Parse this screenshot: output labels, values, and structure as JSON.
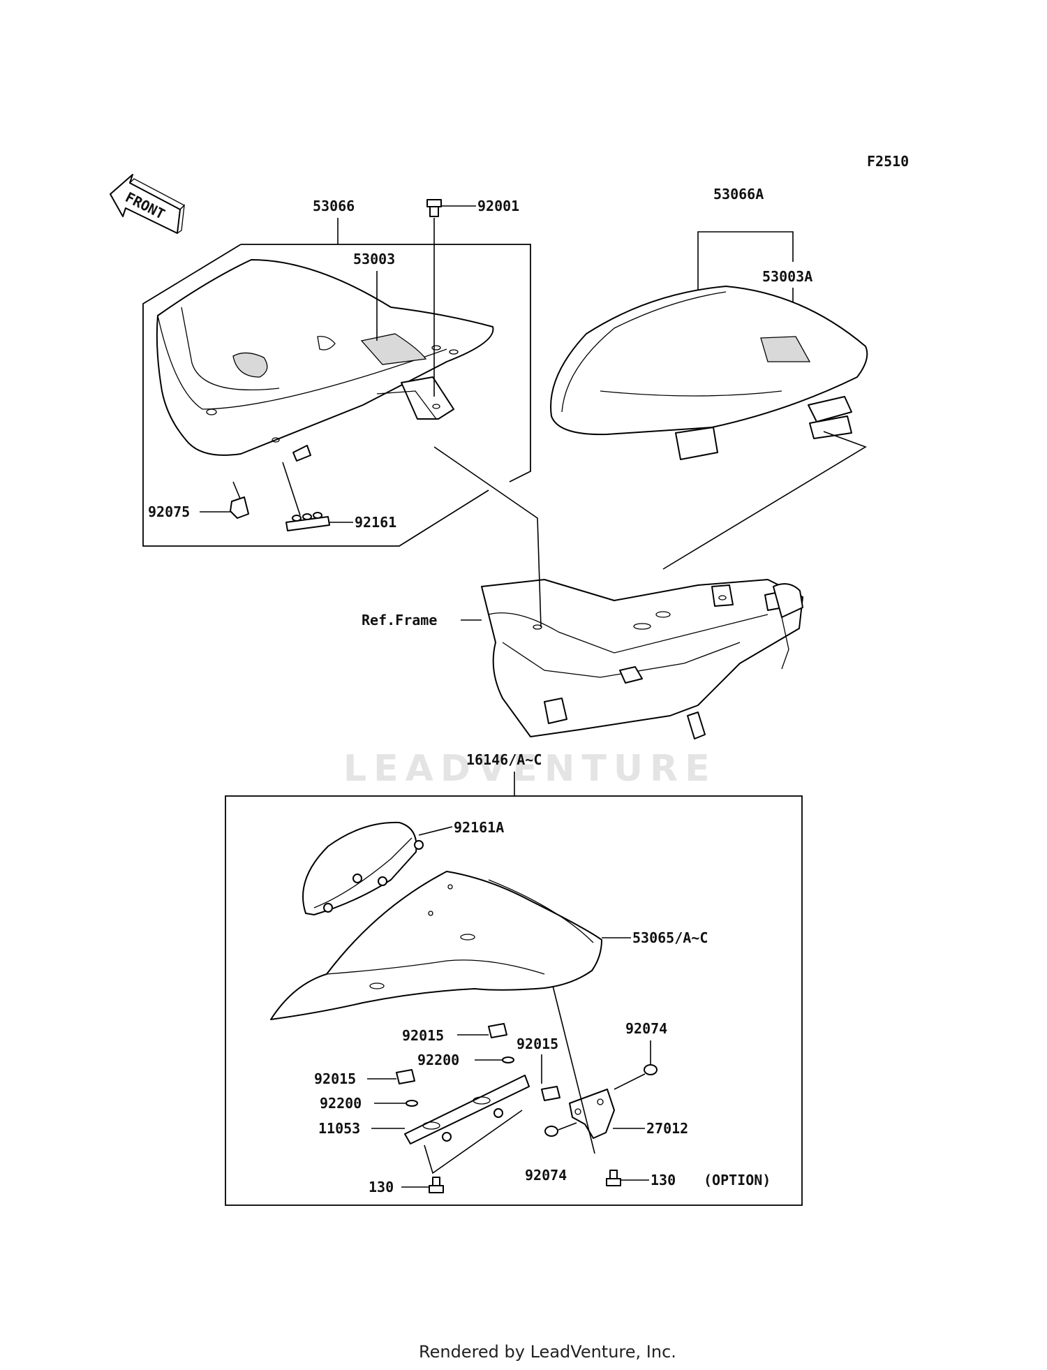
{
  "figure_code": "F2510",
  "front_arrow_label": "FRONT",
  "watermark": "LEADVENTURE",
  "option_note": "(OPTION)",
  "footer": "Rendered by LeadVenture, Inc.",
  "callouts": {
    "c53066": "53066",
    "c92001": "92001",
    "c53003": "53003",
    "c53066A": "53066A",
    "c53003A": "53003A",
    "c92075": "92075",
    "c92161": "92161",
    "ref_frame": "Ref.Frame",
    "c16146": "16146/A~C",
    "c92161A": "92161A",
    "c53065": "53065/A~C",
    "c92015_top": "92015",
    "c92074_top": "92074",
    "c92200_top": "92200",
    "c92015_mid": "92015",
    "c92015_left": "92015",
    "c92200_left": "92200",
    "c11053": "11053",
    "c27012": "27012",
    "c92074_bottom": "92074",
    "c130_left": "130",
    "c130_right": "130"
  }
}
